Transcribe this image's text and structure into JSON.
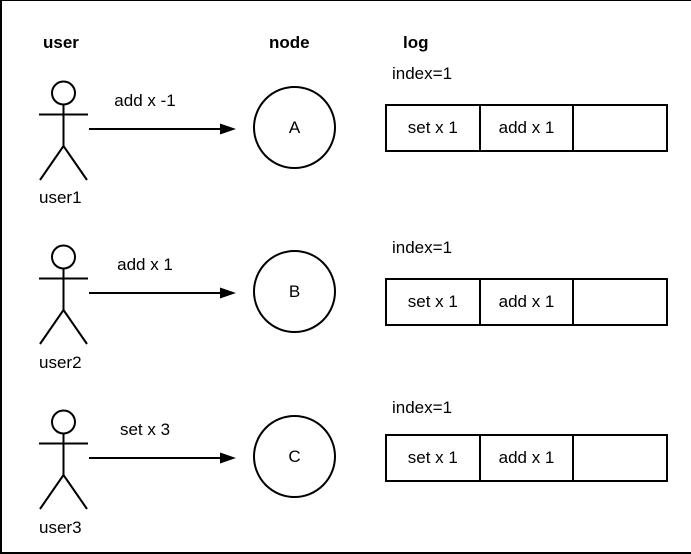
{
  "headers": {
    "user": "user",
    "node": "node",
    "log": "log"
  },
  "rows": [
    {
      "user_label": "user1",
      "message": "add x -1",
      "node": "A",
      "log_index": "index=1",
      "log_cells": [
        "set x 1",
        "add x 1",
        ""
      ]
    },
    {
      "user_label": "user2",
      "message": "add x 1",
      "node": "B",
      "log_index": "index=1",
      "log_cells": [
        "set x 1",
        "add x 1",
        ""
      ]
    },
    {
      "user_label": "user3",
      "message": "set x 3",
      "node": "C",
      "log_index": "index=1",
      "log_cells": [
        "set x 1",
        "add x 1",
        ""
      ]
    }
  ],
  "colors": {
    "stroke": "#000000",
    "background": "#ffffff",
    "text": "#000000"
  }
}
